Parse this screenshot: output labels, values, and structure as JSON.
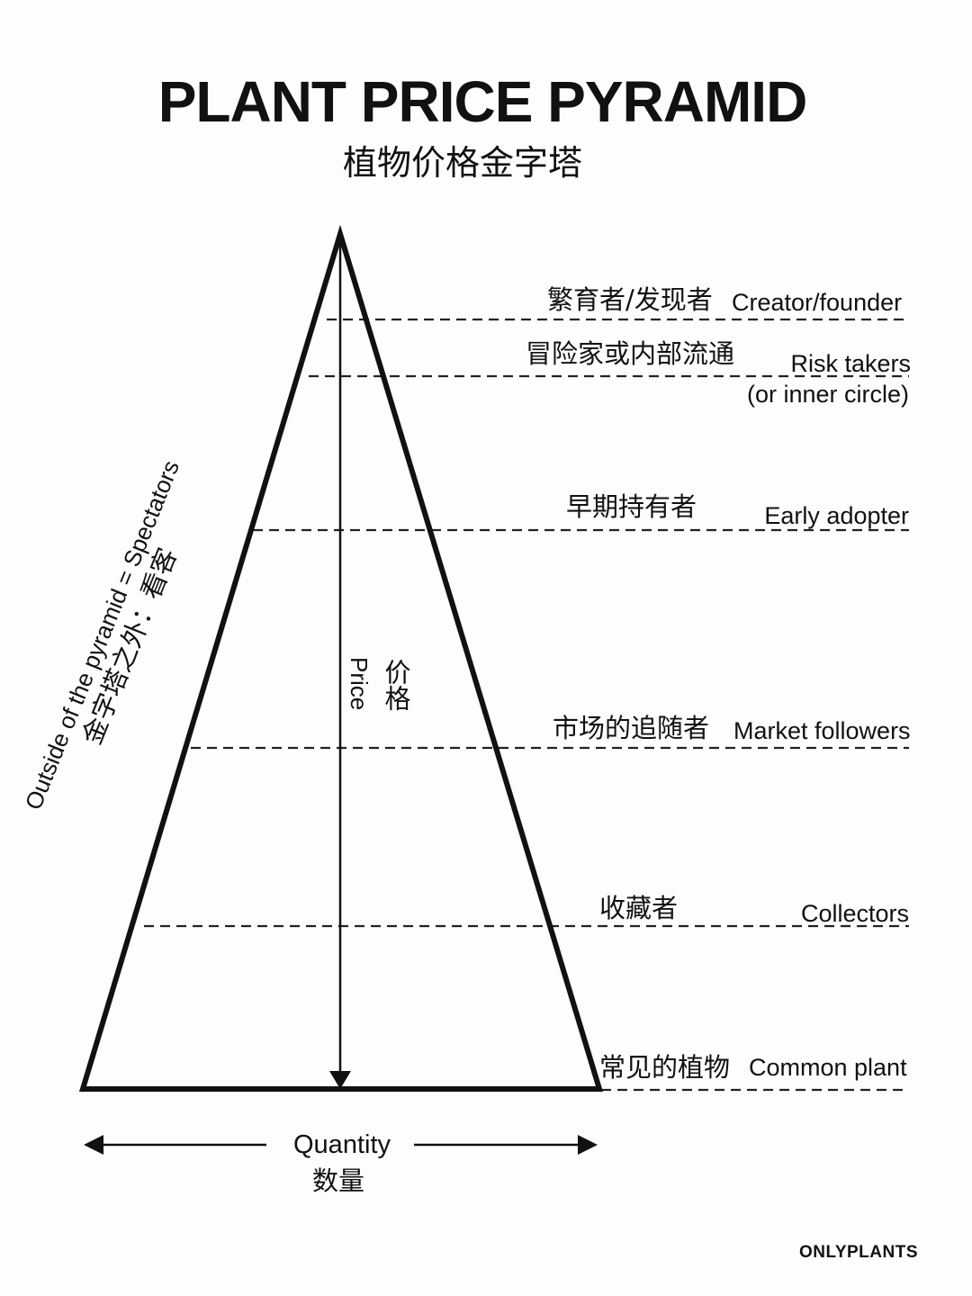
{
  "header": {
    "title": "PLANT PRICE PYRAMID",
    "subtitle": "植物价格金字塔"
  },
  "tiers": [
    {
      "cn": "繁育者/发现者",
      "en": "Creator/founder"
    },
    {
      "cn": "冒险家或内部流通",
      "en_line1": "Risk takers",
      "en_line2": "(or inner circle)"
    },
    {
      "cn": "早期持有者",
      "en": "Early adopter"
    },
    {
      "cn": "市场的追随者",
      "en": "Market followers"
    },
    {
      "cn": "收藏者",
      "en": "Collectors"
    },
    {
      "cn": "常见的植物",
      "en": "Common plant"
    }
  ],
  "side_note": {
    "en": "Outside of the pyramid = Spectators",
    "cn": "金字塔之外：看客"
  },
  "axes": {
    "price_en": "Price",
    "price_cn": "价格",
    "quantity_en": "Quantity",
    "quantity_cn": "数量"
  },
  "brand": "ONLYPLANTS"
}
